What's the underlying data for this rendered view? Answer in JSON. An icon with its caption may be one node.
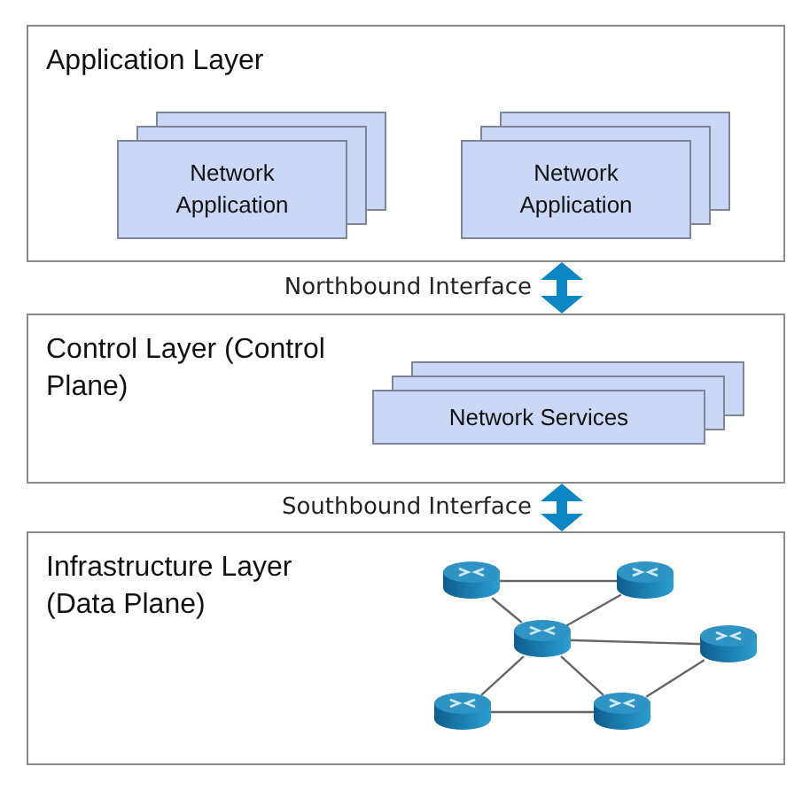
{
  "diagram": {
    "nodes": [
      {
        "text": [
          "Application Layer"
        ]
      },
      {
        "text": [
          "Network Application"
        ],
        "in": 0
      },
      {
        "text": [
          "Network Application"
        ],
        "in": 0
      },
      {
        "text": [
          "Control Layer (Control Plane)"
        ]
      },
      {
        "text": [
          "Network Services"
        ],
        "in": 3
      },
      {
        "text": [
          "Infrastructure Layer (Data Plane)"
        ]
      },
      {
        "text": [],
        "shape": "cylinder",
        "in": 5
      },
      {
        "text": [],
        "shape": "cylinder",
        "in": 5
      },
      {
        "text": [],
        "shape": "cylinder",
        "in": 5
      },
      {
        "text": [],
        "shape": "cylinder",
        "in": 5
      },
      {
        "text": [],
        "shape": "cylinder",
        "in": 5
      },
      {
        "text": [],
        "shape": "cylinder",
        "in": 5
      }
    ],
    "edges": [
      {
        "from": 0,
        "to": 3,
        "arrow": "both",
        "label": "Northbound Interface",
        "style": "thick",
        "color": "#0b87c6"
      },
      {
        "from": 3,
        "to": 5,
        "arrow": "both",
        "label": "Southbound Interface",
        "style": "thick",
        "color": "#0b87c6"
      },
      {
        "from": 6,
        "to": 7,
        "arrow": "none"
      },
      {
        "from": 6,
        "to": 8,
        "arrow": "none"
      },
      {
        "from": 7,
        "to": 8,
        "arrow": "none"
      },
      {
        "from": 8,
        "to": 9,
        "arrow": "none"
      },
      {
        "from": 8,
        "to": 10,
        "arrow": "none"
      },
      {
        "from": 8,
        "to": 11,
        "arrow": "none"
      },
      {
        "from": 10,
        "to": 11,
        "arrow": "none"
      },
      {
        "from": 11,
        "to": 9,
        "arrow": "none"
      }
    ]
  }
}
